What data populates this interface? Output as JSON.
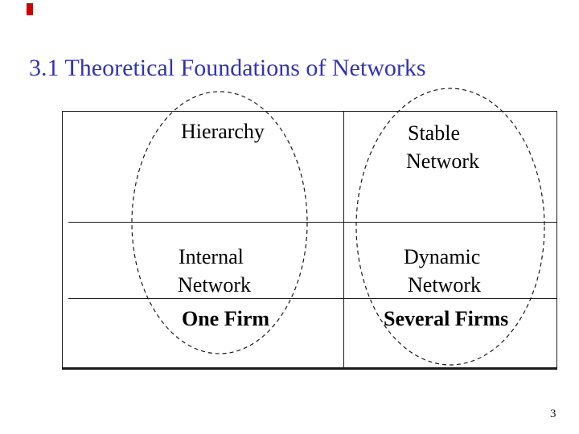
{
  "slide": {
    "title": "3.1 Theoretical Foundations of Networks",
    "page_number": "3"
  },
  "colors": {
    "title_text": "#3333B3",
    "accent_bar": "#CC0000",
    "line": "#1A1A1A",
    "body_text": "#000000"
  },
  "matrix": {
    "left_column": {
      "header": "Hierarchy",
      "body_line1": "Internal",
      "body_line2": "Network",
      "emphasis": "One Firm"
    },
    "right_column": {
      "header_line1": "Stable",
      "header_line2": "Network",
      "body_line1": "Dynamic",
      "body_line2": "Network",
      "emphasis": "Several Firms"
    }
  }
}
